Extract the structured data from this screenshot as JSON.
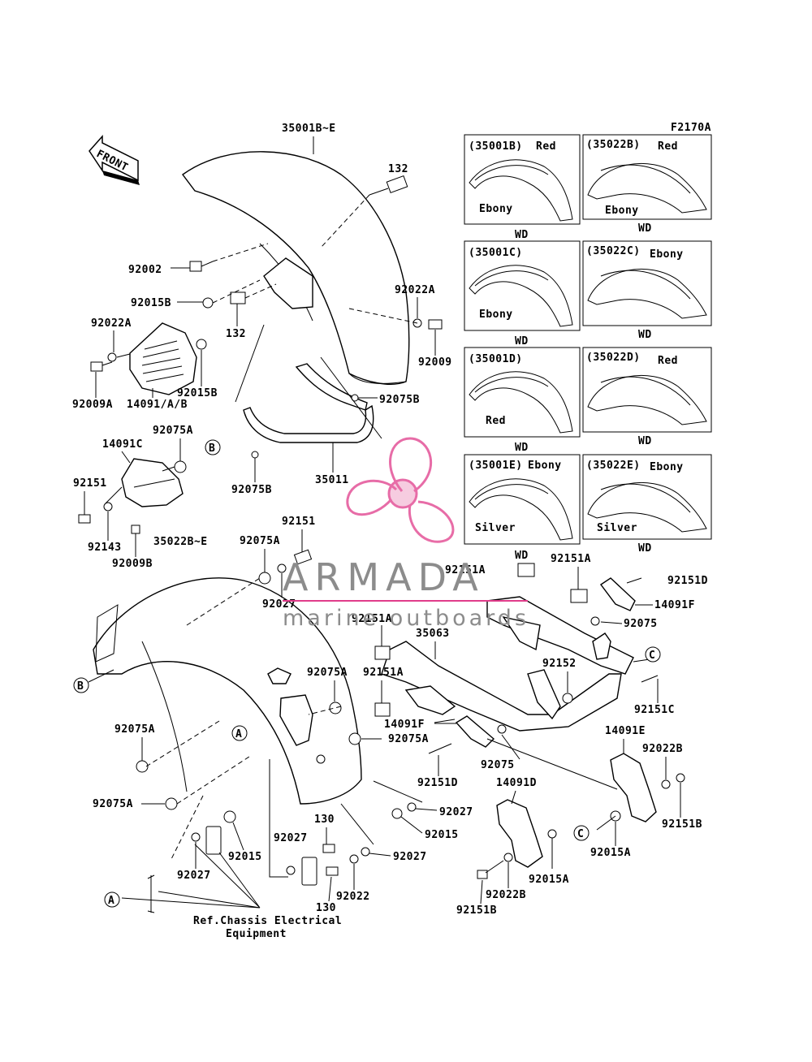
{
  "diagram_code": "F2170A",
  "front_arrow_label": "FRONT",
  "part_labels": {
    "p35001BE": "35001B~E",
    "p132a": "132",
    "p132b": "132",
    "p92002": "92002",
    "p92015B_a": "92015B",
    "p92015B_b": "92015B",
    "p92022A_a": "92022A",
    "p92022A_b": "92022A",
    "p92009": "92009",
    "p92009A": "92009A",
    "p14091AB": "14091/A/B",
    "p92075B_a": "92075B",
    "p92075B_b": "92075B",
    "p35011": "35011",
    "p14091C": "14091C",
    "p92075A_top": "92075A",
    "p92151_left": "92151",
    "p92143": "92143",
    "p92009B": "92009B",
    "p35022BE": "35022B~E",
    "p92151_mid": "92151",
    "p92075A_mid": "92075A",
    "p92027_a": "92027",
    "p92151A_a": "92151A",
    "p92151A_b": "92151A",
    "p92151A_c": "92151A",
    "p92151A_d": "92151A",
    "p92151D_a": "92151D",
    "p14091F_a": "14091F",
    "p92075_a": "92075",
    "p35063": "35063",
    "p92152": "92152",
    "p92151C": "92151C",
    "p92075A_b": "92075A",
    "p92075A_c": "92075A",
    "p92075A_d": "92075A",
    "p92075A_e": "92075A",
    "p14091F_b": "14091F",
    "p92075_b": "92075",
    "p92151D_b": "92151D",
    "p14091E": "14091E",
    "p92022B_a": "92022B",
    "p92027_b": "92027",
    "p92015_a": "92015",
    "p14091D": "14091D",
    "p92151B_a": "92151B",
    "p92015_b": "92015",
    "p92027_c": "92027",
    "p130_a": "130",
    "p92027_d": "92027",
    "p92027_e": "92027",
    "p92015A_a": "92015A",
    "p92015A_b": "92015A",
    "p130_b": "130",
    "p92022": "92022",
    "p92022B_b": "92022B",
    "p92151B_b": "92151B"
  },
  "callouts": {
    "B1": "B",
    "B2": "B",
    "C1": "C",
    "C2": "C",
    "A1": "A",
    "A2": "A"
  },
  "reference_note": {
    "line1": "Ref.Chassis Electrical",
    "line2": "Equipment"
  },
  "variant_boxes": [
    {
      "code": "(35001B)",
      "colors": [
        "Red",
        "Ebony"
      ],
      "footer": "WD"
    },
    {
      "code": "(35022B)",
      "colors": [
        "Red",
        "Ebony"
      ],
      "footer": "WD"
    },
    {
      "code": "(35001C)",
      "colors": [
        "Ebony"
      ],
      "footer": "WD"
    },
    {
      "code": "(35022C)",
      "colors": [
        "Ebony"
      ],
      "footer": "WD"
    },
    {
      "code": "(35001D)",
      "colors": [
        "Red"
      ],
      "footer": "WD"
    },
    {
      "code": "(35022D)",
      "colors": [
        "Red"
      ],
      "footer": "WD"
    },
    {
      "code": "(35001E)",
      "colors": [
        "Ebony",
        "Silver"
      ],
      "footer": "WD"
    },
    {
      "code": "(35022E)",
      "colors": [
        "Ebony",
        "Silver"
      ],
      "footer": "WD"
    }
  ],
  "watermark": {
    "word": "ARMADA",
    "sub": "marine outboards",
    "color": "#e03c8a"
  }
}
